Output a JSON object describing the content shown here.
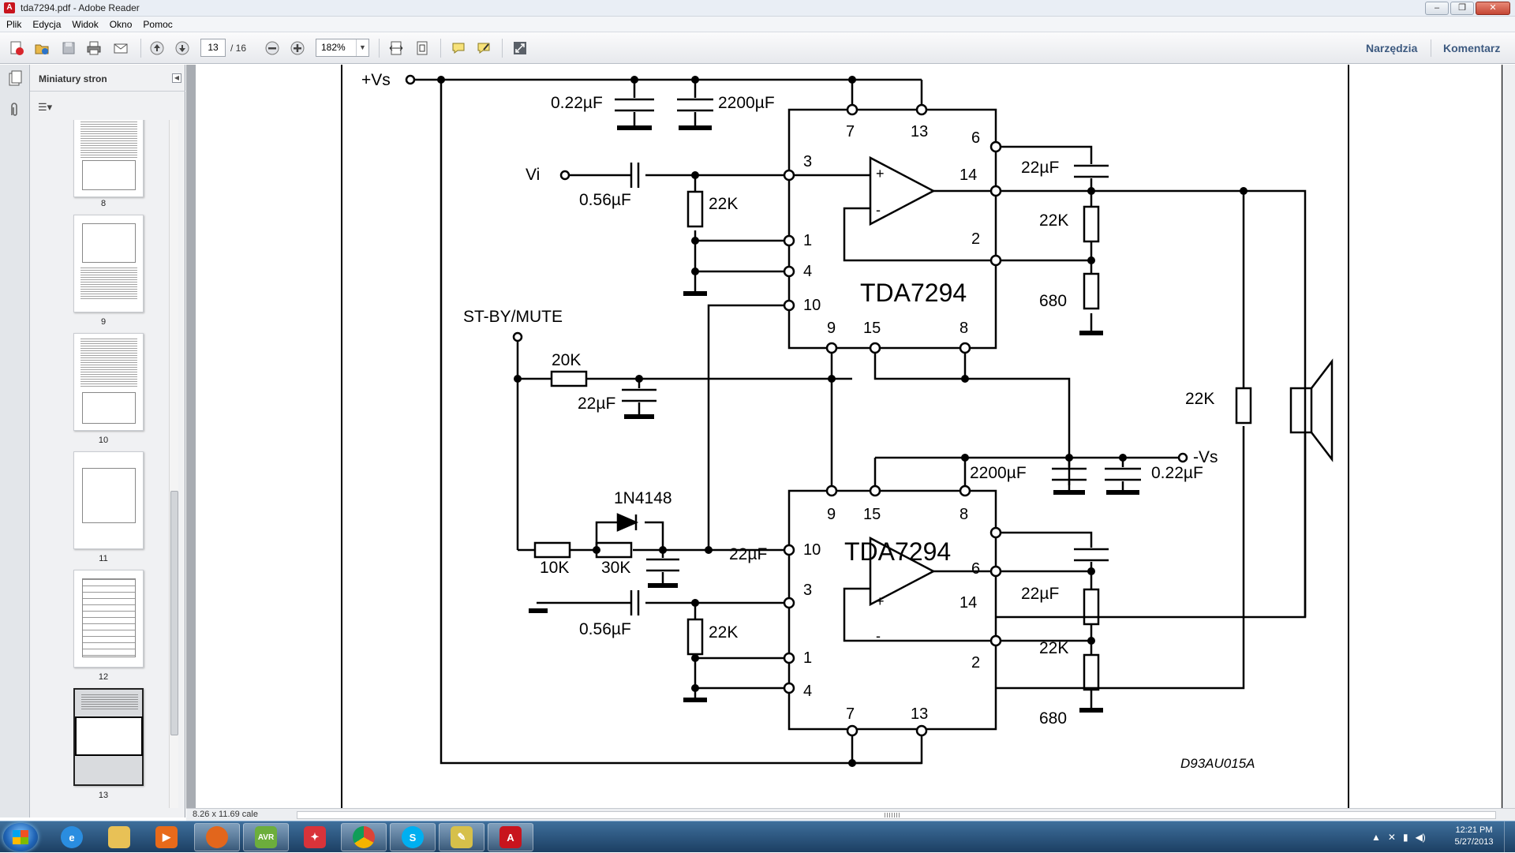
{
  "window": {
    "title": "tda7294.pdf - Adobe Reader",
    "minimize": "–",
    "restore": "❐",
    "close": "✕"
  },
  "menu": [
    "Plik",
    "Edycja",
    "Widok",
    "Okno",
    "Pomoc"
  ],
  "toolbar": {
    "page_current": "13",
    "page_total": "/ 16",
    "zoom": "182%",
    "tools_label": "Narzędzia",
    "comment_label": "Komentarz"
  },
  "sidebar": {
    "title": "Miniatury stron",
    "pages": [
      "8",
      "9",
      "10",
      "11",
      "12",
      "13"
    ],
    "selected_page": "13"
  },
  "status": {
    "page_size": "8.26 x 11.69 cale"
  },
  "schematic": {
    "supply_pos": "+Vs",
    "supply_neg": "-Vs",
    "input": "Vi",
    "standby": "ST-BY/MUTE",
    "ic_top": "TDA7294",
    "ic_bottom": "TDA7294",
    "code": "D93AU015A",
    "c_022": "0.22µF",
    "c_2200": "2200µF",
    "c_056": "0.56µF",
    "c_22": "22µF",
    "r_22k": "22K",
    "r_680": "680",
    "r_20k": "20K",
    "r_10k": "10K",
    "r_30k": "30K",
    "diode": "1N4148",
    "pin3": "3",
    "pin1": "1",
    "pin4": "4",
    "pin10": "10",
    "pin9": "9",
    "pin15": "15",
    "pin8": "8",
    "pin7": "7",
    "pin13": "13",
    "pin6": "6",
    "pin14": "14",
    "pin2": "2",
    "plus": "+",
    "minus": "-"
  },
  "tray": {
    "time": "12:21 PM",
    "date": "5/27/2013"
  },
  "colors": {
    "accent_link": "#3d5a80",
    "taskbar": "#1c3f63",
    "acrobat_red": "#c8141d"
  }
}
